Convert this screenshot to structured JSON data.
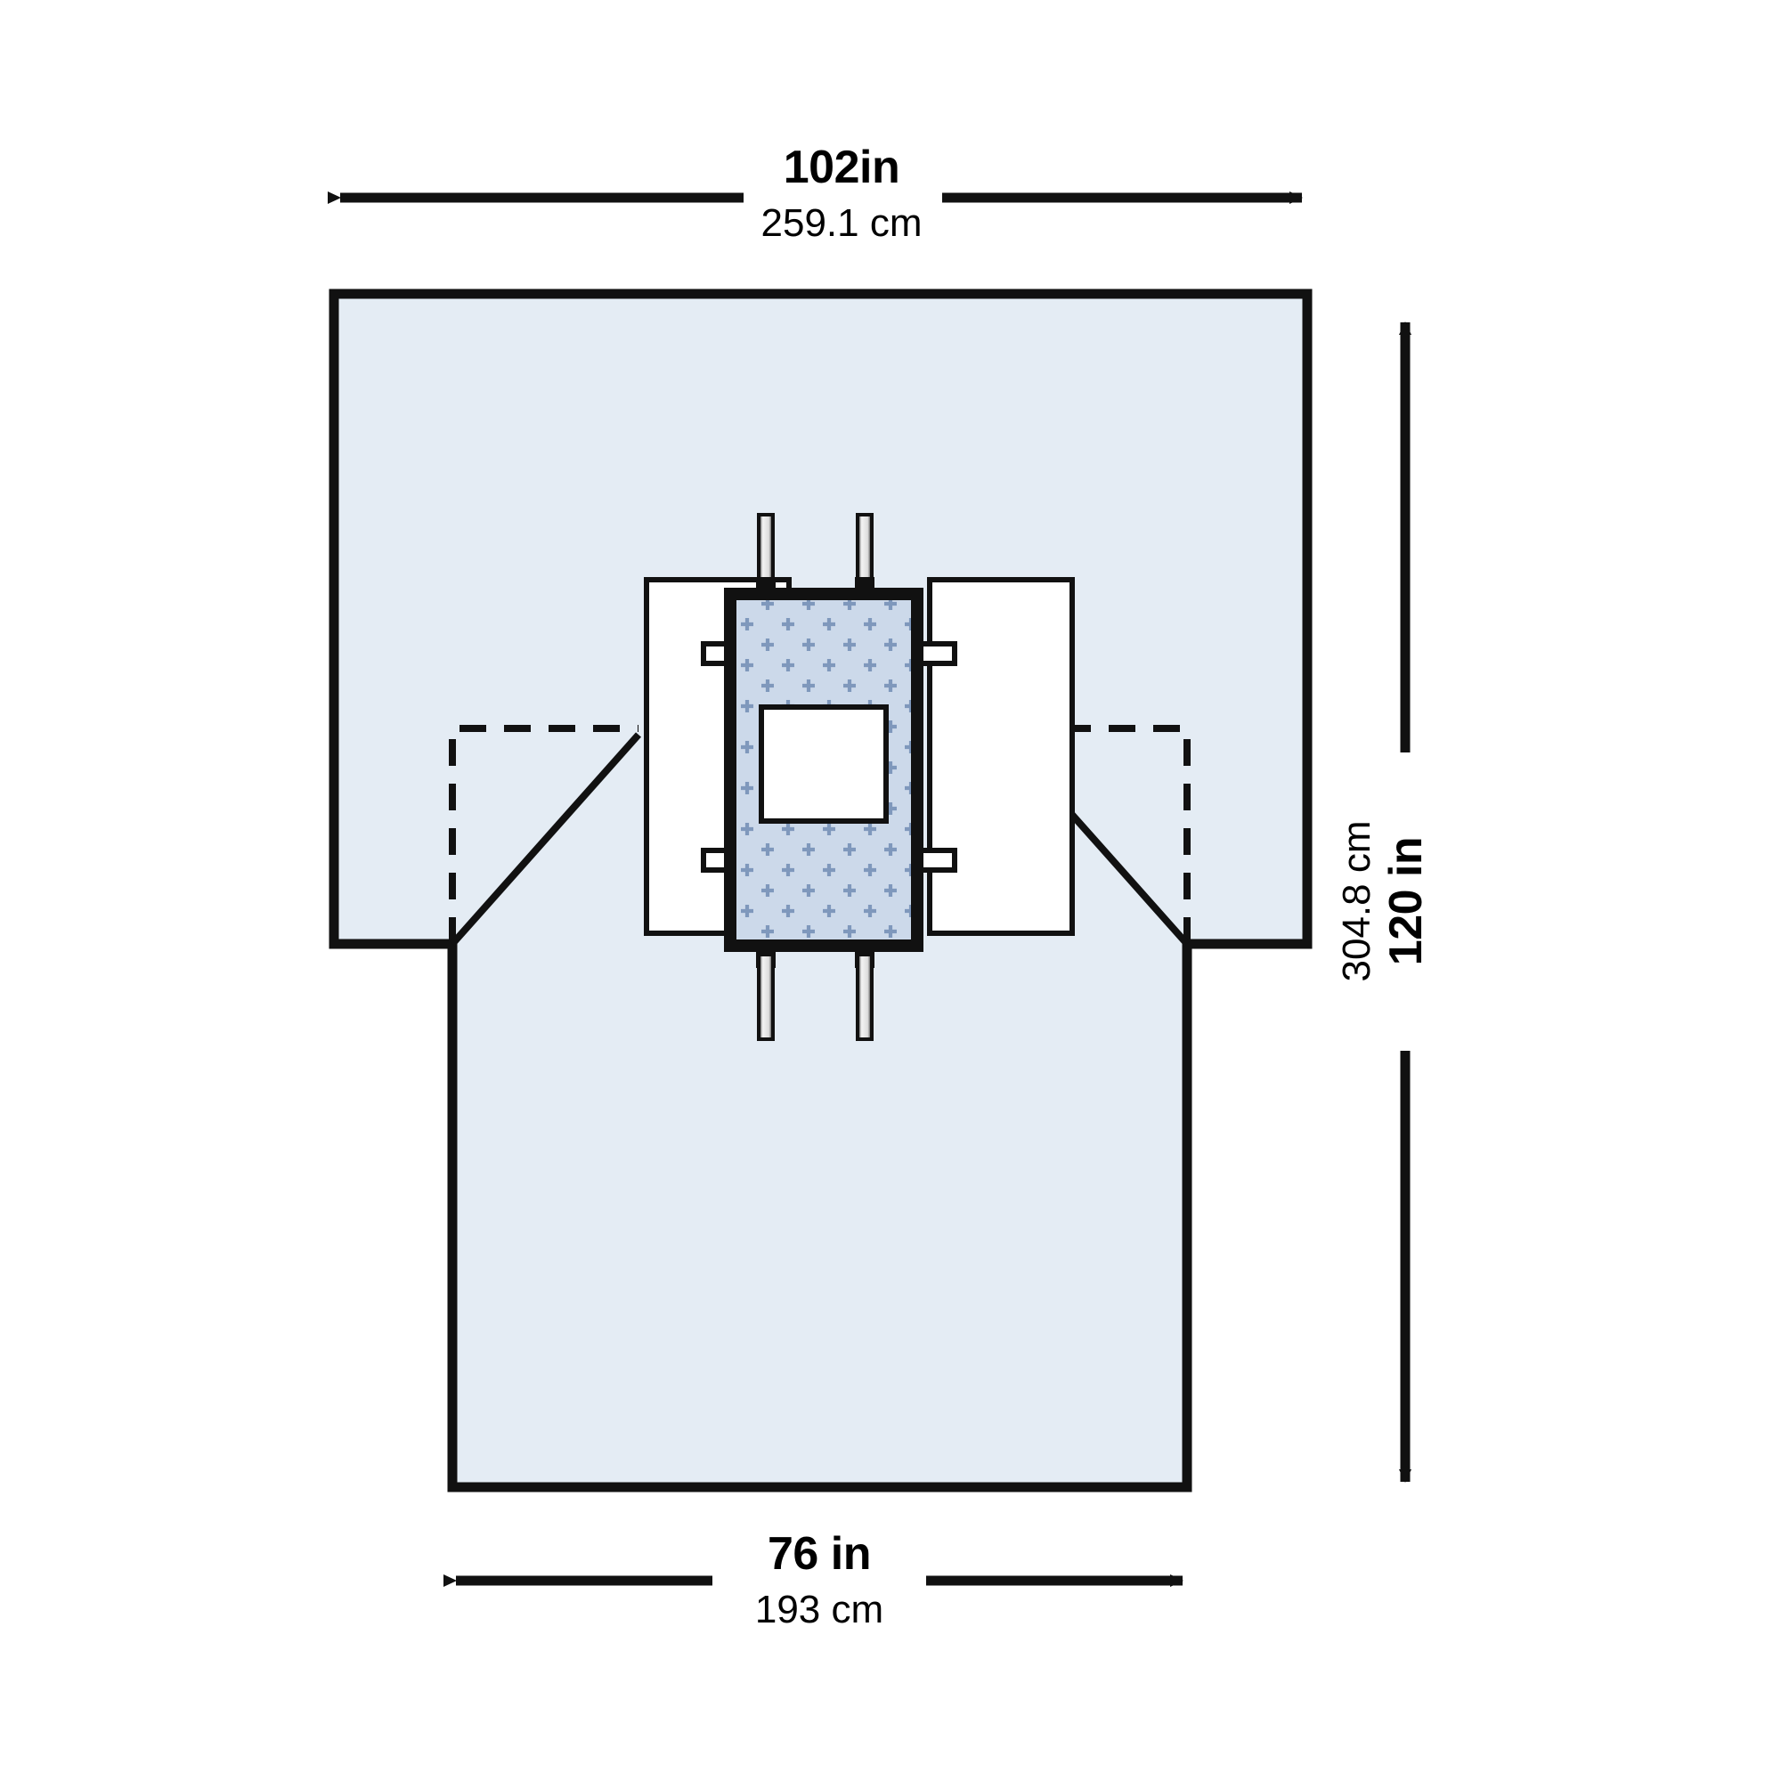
{
  "diagram": {
    "title": "Surgical drape dimensional diagram",
    "subject": "fenestrated surgical drape with side panels, straps and fold lines",
    "colors": {
      "drape_fill": "#e4ecf4",
      "panel_fill": "#ffffff",
      "fenestration_fill": "#ffffff",
      "incise_fill": "#ccd9ea",
      "texture_mark": "#7f98bc",
      "outline": "#111111",
      "background": "#ffffff"
    }
  },
  "dimensions": {
    "width_top": {
      "id": "overall-width",
      "value_in": "102in",
      "value_cm": "259.1 cm",
      "orientation": "horizontal",
      "position": "top"
    },
    "height_right": {
      "id": "overall-length",
      "value_in": "120 in",
      "value_cm": "304.8 cm",
      "orientation": "vertical",
      "position": "right"
    },
    "width_bottom": {
      "id": "skirt-width",
      "value_in": "76 in",
      "value_cm": "193 cm",
      "orientation": "horizontal",
      "position": "bottom"
    }
  },
  "parts": {
    "main_body": "drape-body",
    "left_panel": "left-side-panel",
    "right_panel": "right-side-panel",
    "incise_area": "incise-film-area",
    "fenestration": "fenestration-window",
    "straps": [
      "strap-top-left",
      "strap-top-right",
      "strap-bottom-left",
      "strap-bottom-right"
    ],
    "clips": [
      "clip-left-upper",
      "clip-left-lower",
      "clip-right-upper",
      "clip-right-lower"
    ],
    "fold_lines": [
      "fold-line-left",
      "fold-line-right"
    ],
    "diagonals": [
      "diagonal-left",
      "diagonal-right"
    ]
  },
  "icons": {
    "arrow_left": "arrow-left-icon",
    "arrow_right": "arrow-right-icon",
    "arrow_up": "arrow-up-icon",
    "arrow_down": "arrow-down-icon"
  }
}
